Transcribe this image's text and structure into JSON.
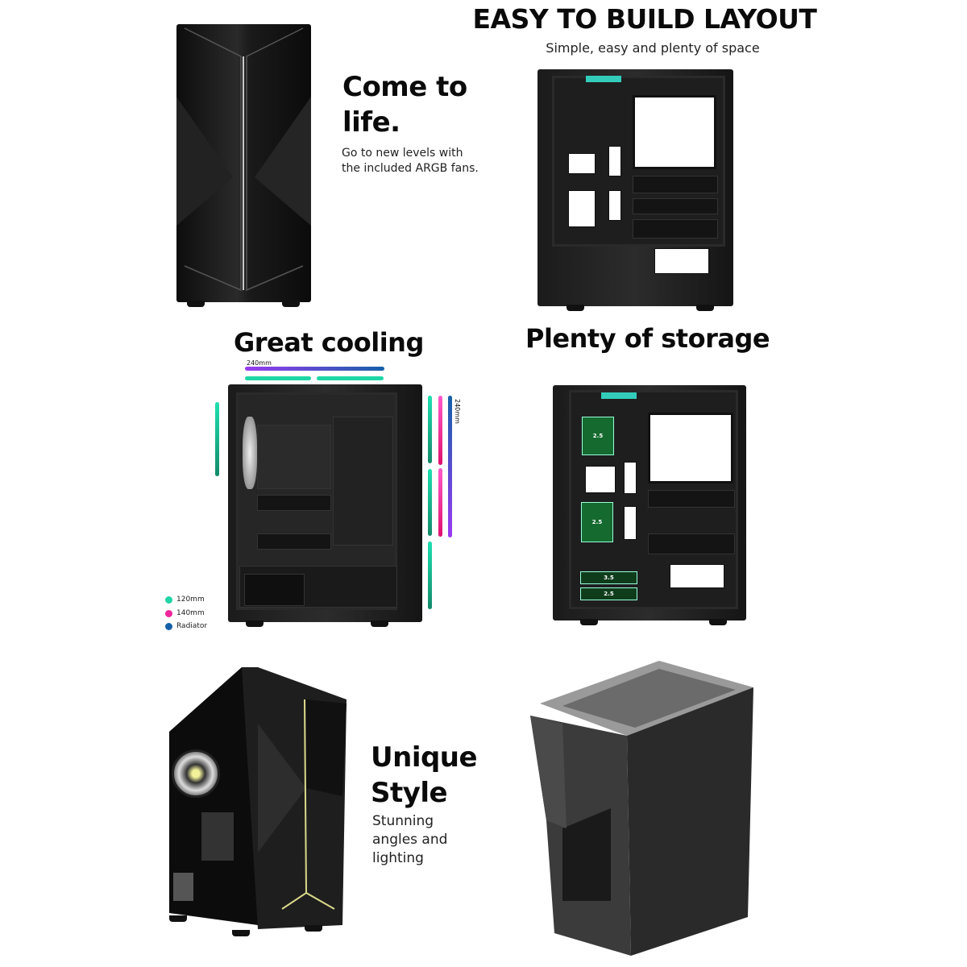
{
  "sections": {
    "layout": {
      "title": "EASY TO BUILD LAYOUT",
      "subtitle": "Simple, easy and plenty of space"
    },
    "life": {
      "title_line1": "Come to",
      "title_line2": "life.",
      "body_line1": "Go to new levels with",
      "body_line2": "the included ARGB fans."
    },
    "cooling": {
      "title": "Great cooling",
      "top_label": "240mm",
      "side_label": "240mm",
      "legend": [
        {
          "label": "120mm",
          "color": "#1fd6a6"
        },
        {
          "label": "140mm",
          "color": "#f0279a"
        },
        {
          "label": "Radiator",
          "color": "#1560a8"
        }
      ]
    },
    "storage": {
      "title": "Plenty of storage",
      "drives": [
        "2.5",
        "2.5",
        "3.5",
        "2.5"
      ],
      "drive_color": "#1b7a3a"
    },
    "style": {
      "title_line1": "Unique",
      "title_line2": "Style",
      "body_line1": "Stunning",
      "body_line2": "angles and",
      "body_line3": "lighting"
    }
  }
}
